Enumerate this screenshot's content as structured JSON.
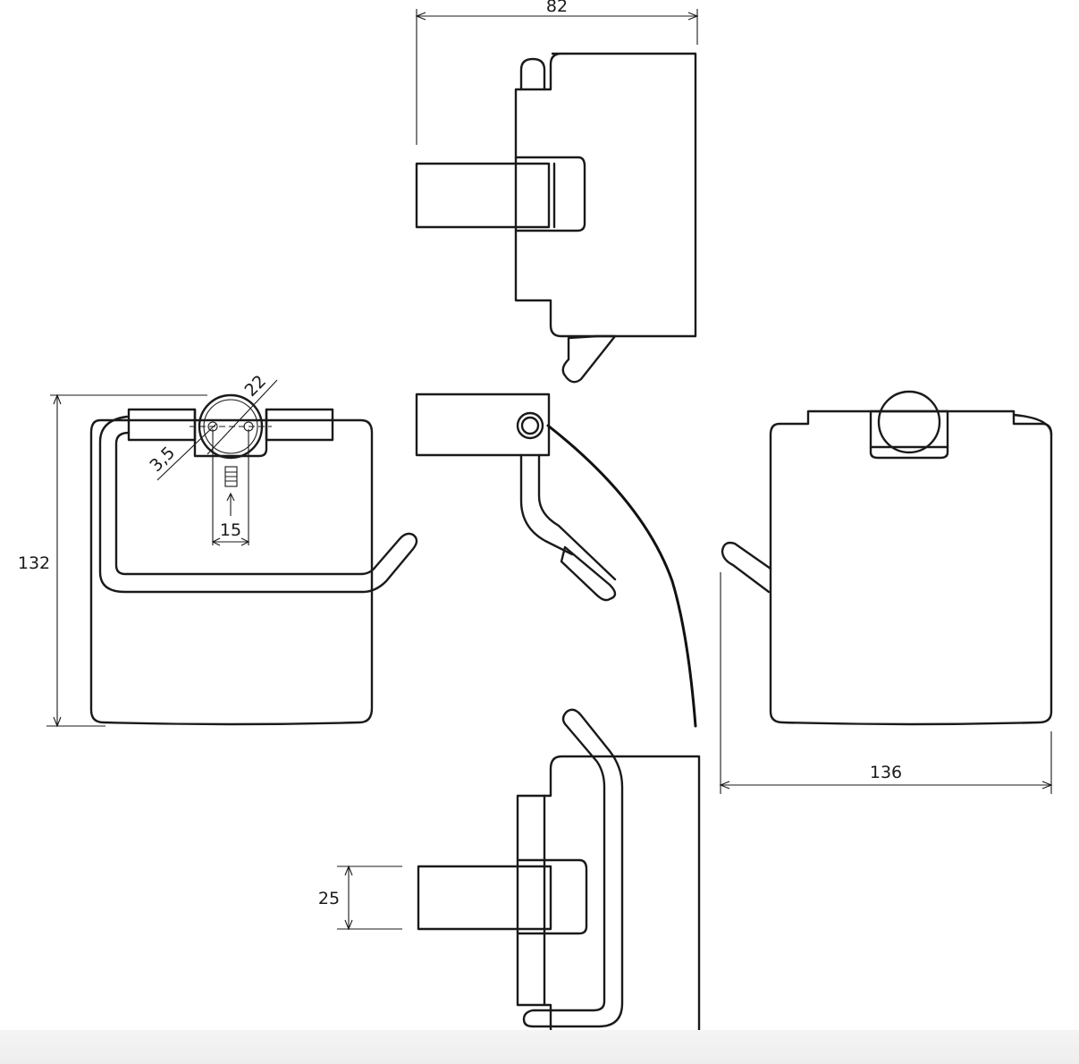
{
  "dimensions": {
    "width_top": "82",
    "height_left": "132",
    "circle_diameter": "22",
    "hole_diameter": "3,5",
    "hole_spacing": "15",
    "width_right": "136",
    "roll_thickness": "25"
  },
  "colors": {
    "line": "#1a1a1a",
    "background": "#ffffff"
  }
}
